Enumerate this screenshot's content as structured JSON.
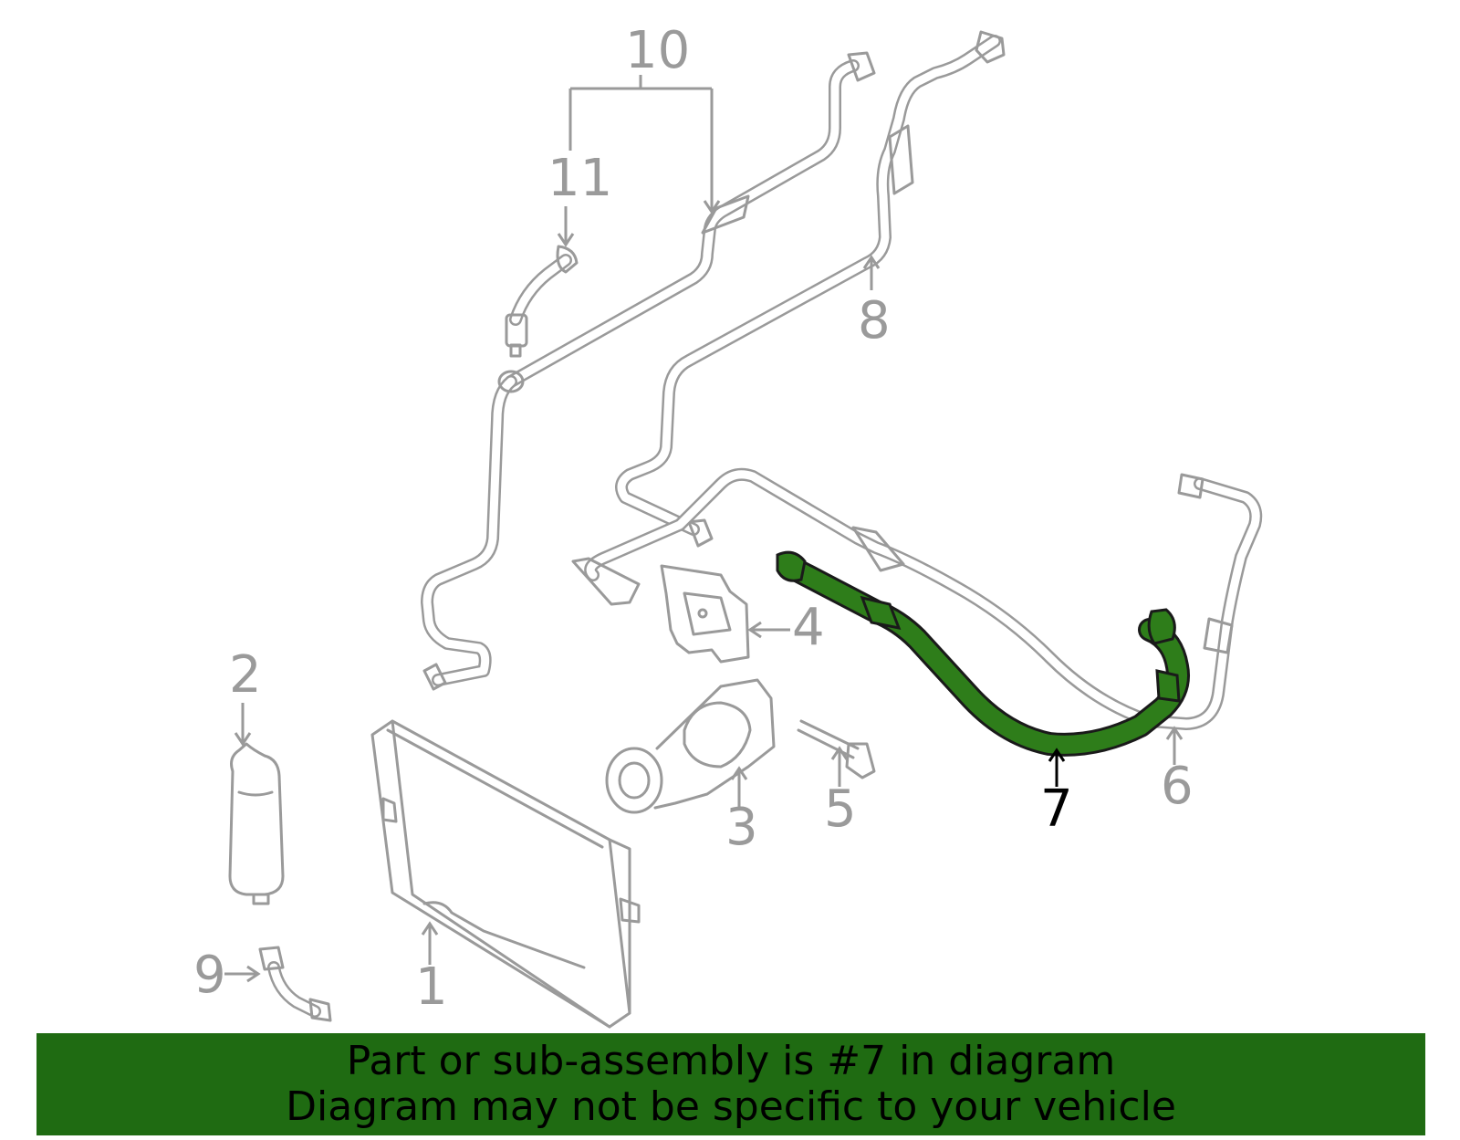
{
  "callouts": {
    "c1": "1",
    "c2": "2",
    "c3": "3",
    "c4": "4",
    "c5": "5",
    "c6": "6",
    "c7": "7",
    "c8": "8",
    "c9": "9",
    "c10": "10",
    "c11": "11"
  },
  "highlight": {
    "part": "7",
    "color": "#2e7d1a"
  },
  "banner": {
    "line1": "Part or sub-assembly is #7 in diagram",
    "line2": "Diagram may not be specific to your vehicle",
    "background": "#1f6b12"
  }
}
